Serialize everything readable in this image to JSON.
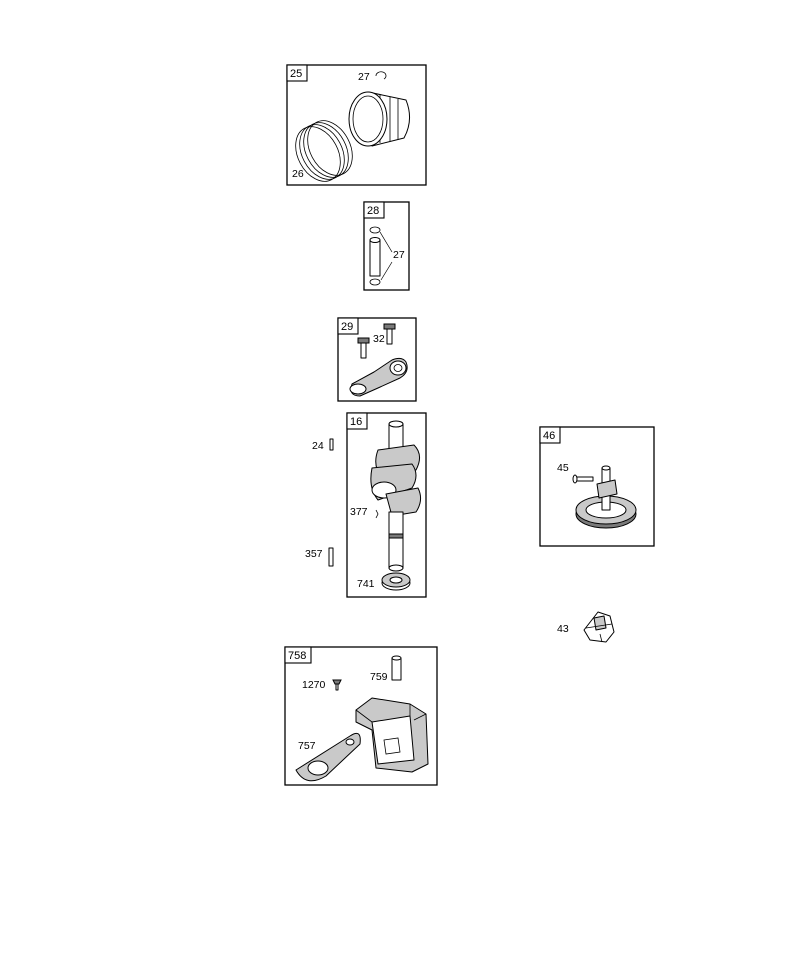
{
  "groups": {
    "piston_assembly": {
      "tag": "25",
      "labels": {
        "rings": "26",
        "clip": "27"
      }
    },
    "piston_pin": {
      "tag": "28",
      "labels": {
        "clips": "27"
      }
    },
    "connecting_rod": {
      "tag": "29",
      "labels": {
        "bolt": "32"
      }
    },
    "crankshaft": {
      "tag": "16",
      "labels": {
        "key": "24",
        "woodruff": "377",
        "pin": "357",
        "gear": "741"
      }
    },
    "camshaft": {
      "tag": "46",
      "labels": {
        "pin": "45"
      }
    },
    "governor": {
      "labels": {
        "assembly": "43"
      }
    },
    "sump_kit": {
      "tag": "758",
      "labels": {
        "screw": "1270",
        "tube": "759",
        "gasket": "757"
      }
    }
  }
}
